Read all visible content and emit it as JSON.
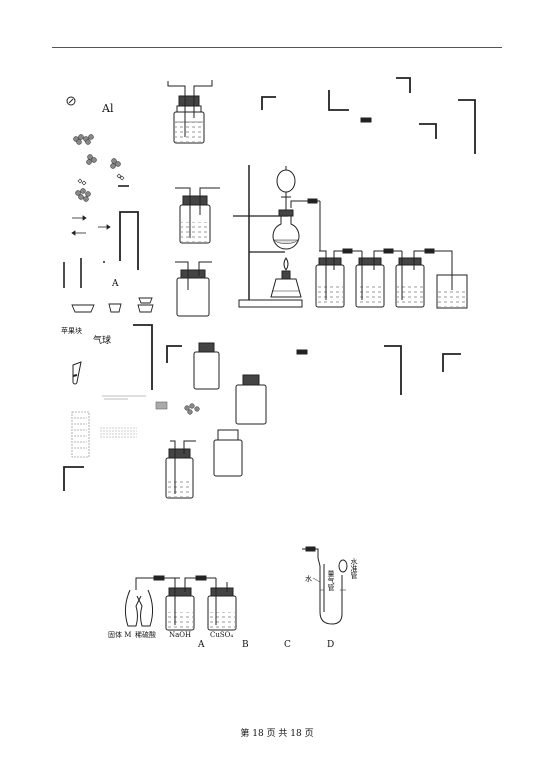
{
  "labels": {
    "al": "Al",
    "a_small": "A",
    "apple": "苹果块",
    "balloon": "气球",
    "solid_m": "固体 M",
    "dilute_acid": "稀硫酸",
    "naoh": "NaOH",
    "cuso4": "CuSO₄",
    "opt_a": "A",
    "opt_b": "B",
    "opt_c": "C",
    "opt_d": "D",
    "water": "水",
    "gauge_tube": "量气管",
    "level_tube": "水准管"
  },
  "footer": {
    "text": "第 18 页 共 18 页"
  },
  "colors": {
    "ink": "#222222",
    "liquid": "#e9e9e9",
    "stopper": "#444444"
  }
}
